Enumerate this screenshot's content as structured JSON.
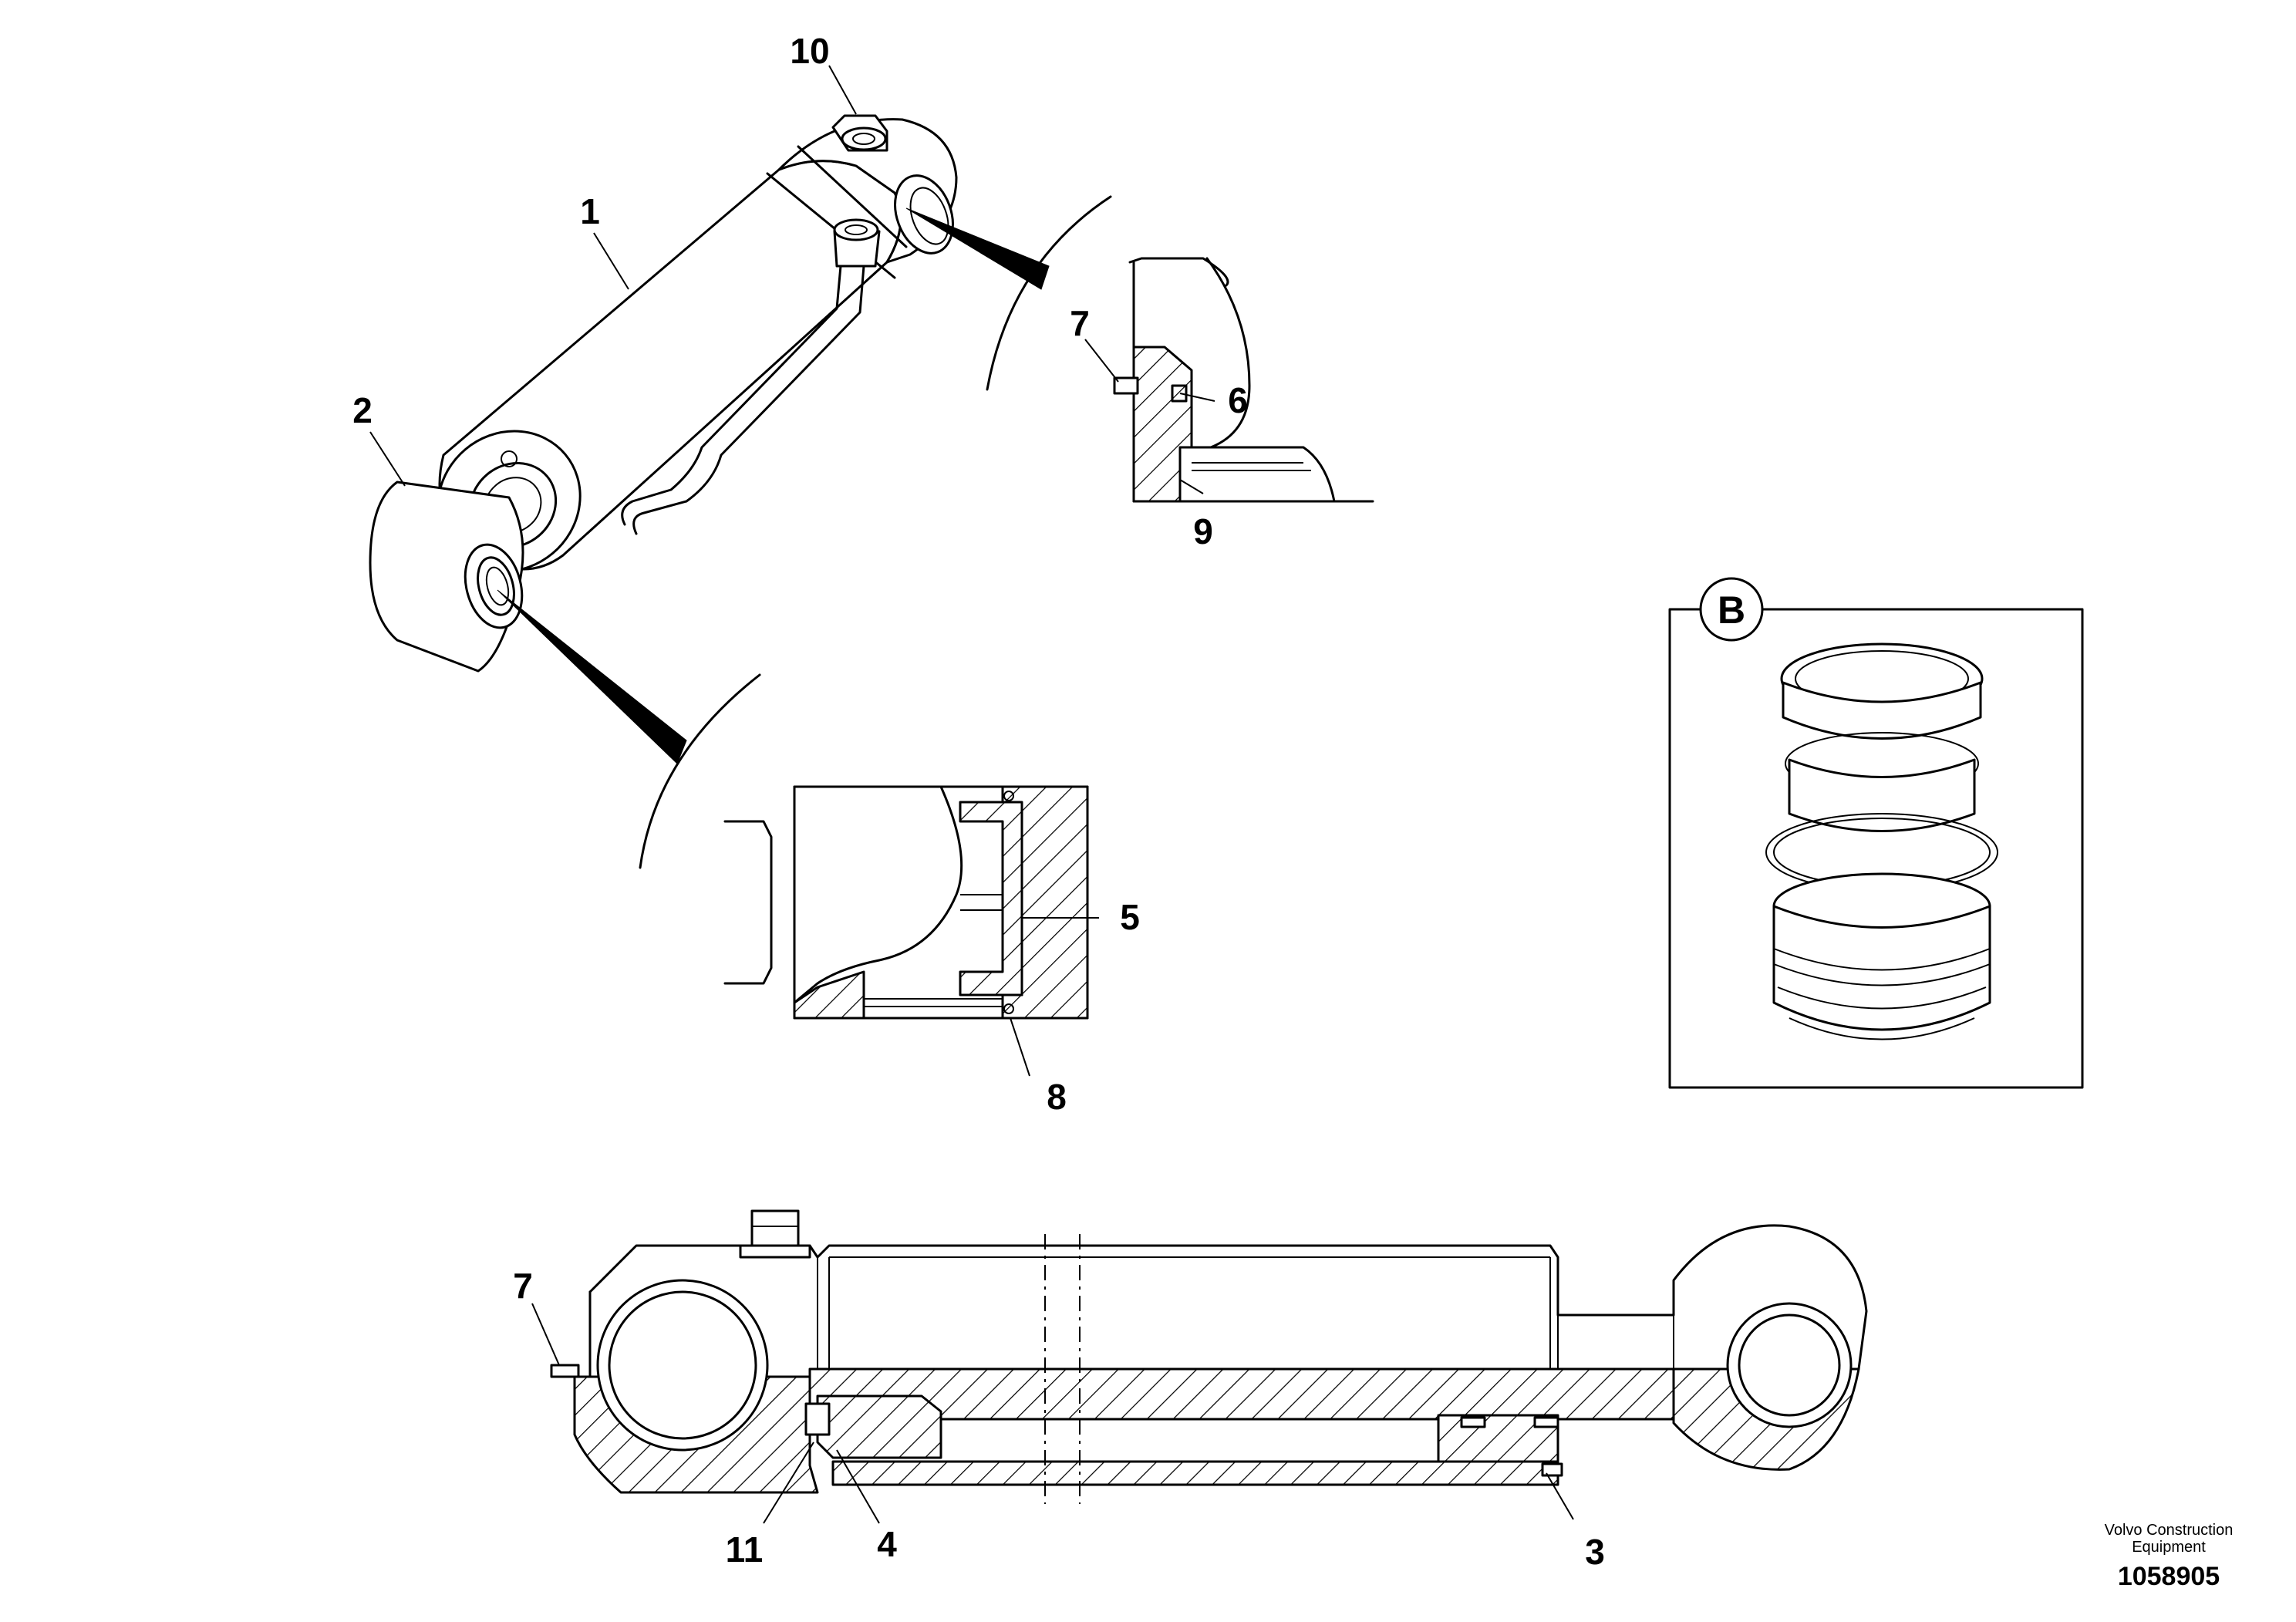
{
  "callouts": {
    "c1": "1",
    "c2": "2",
    "c3": "3",
    "c4": "4",
    "c5": "5",
    "c6": "6",
    "c7a": "7",
    "c7b": "7",
    "c8": "8",
    "c9": "9",
    "c10": "10",
    "c11": "11"
  },
  "detail_b": {
    "label": "B"
  },
  "footer": {
    "credit_line1": "Volvo Construction",
    "credit_line2": "Equipment",
    "drawing_number": "1058905"
  },
  "colors": {
    "line": "#000000",
    "background": "#ffffff"
  }
}
